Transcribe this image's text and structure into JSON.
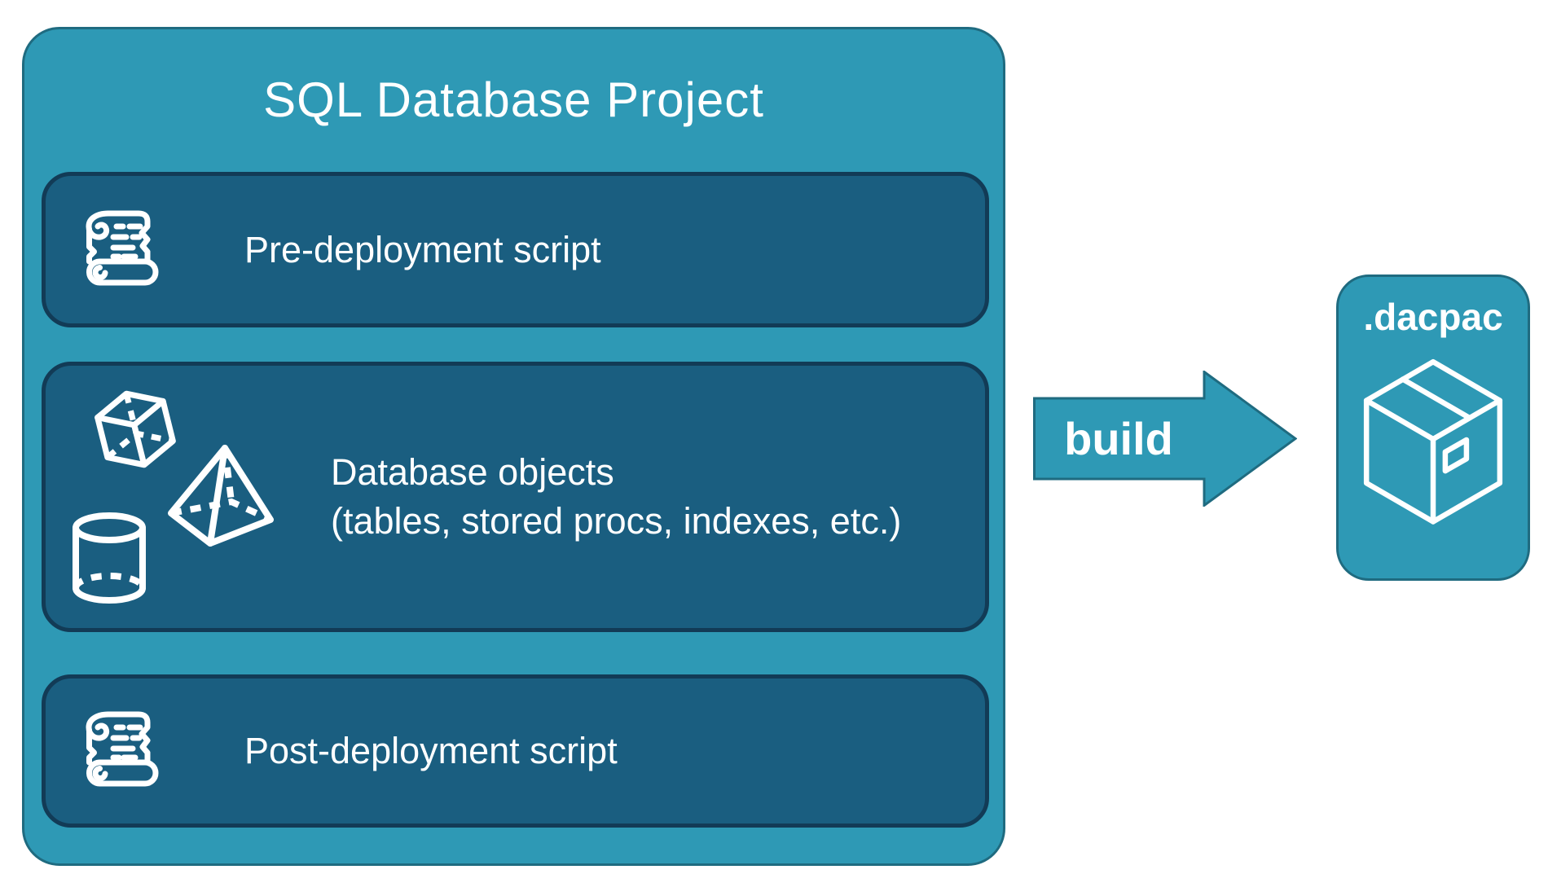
{
  "colors": {
    "teal": "#2E99B5",
    "teal_border": "#1F6B80",
    "panel_fill": "#1A5E80",
    "panel_border": "#123B56",
    "text": "#FFFFFF",
    "background": "#FFFFFF"
  },
  "project": {
    "title": "SQL Database Project",
    "items": [
      {
        "icon": "scroll-icon",
        "label": "Pre-deployment script"
      },
      {
        "icon": "database-objects-icon",
        "label": "Database objects",
        "sublabel": "(tables, stored procs, indexes, etc.)"
      },
      {
        "icon": "scroll-icon",
        "label": "Post-deployment script"
      }
    ]
  },
  "arrow": {
    "label": "build"
  },
  "artifact": {
    "label": ".dacpac",
    "icon": "package-icon"
  }
}
